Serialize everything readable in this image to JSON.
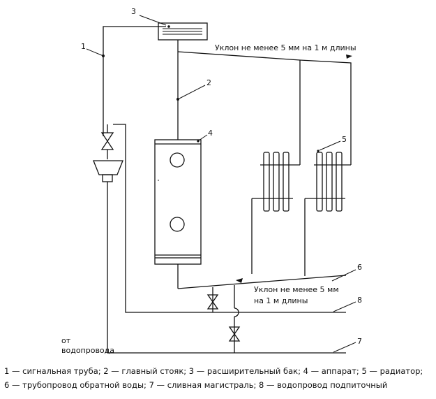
{
  "diagram": {
    "callouts": {
      "c1": "1",
      "c2": "2",
      "c3": "3",
      "c4": "4",
      "c5": "5",
      "c6": "6",
      "c7": "7",
      "c8": "8"
    },
    "slope_top": "Уклон не менее 5 мм на 1 м длины",
    "slope_bottom_line1": "Уклон не менее 5 мм",
    "slope_bottom_line2": "на 1 м длины",
    "supply_label_line1": "от",
    "supply_label_line2": "водопровода"
  },
  "caption": {
    "line1": "1 — сигнальная труба; 2 — главный стояк; 3 — расширительный бак; 4 — аппарат;  5 — радиатор;",
    "line2": "6 — трубопровод обратной воды; 7 — сливная магистраль;  8 — водопровод подпиточный"
  }
}
